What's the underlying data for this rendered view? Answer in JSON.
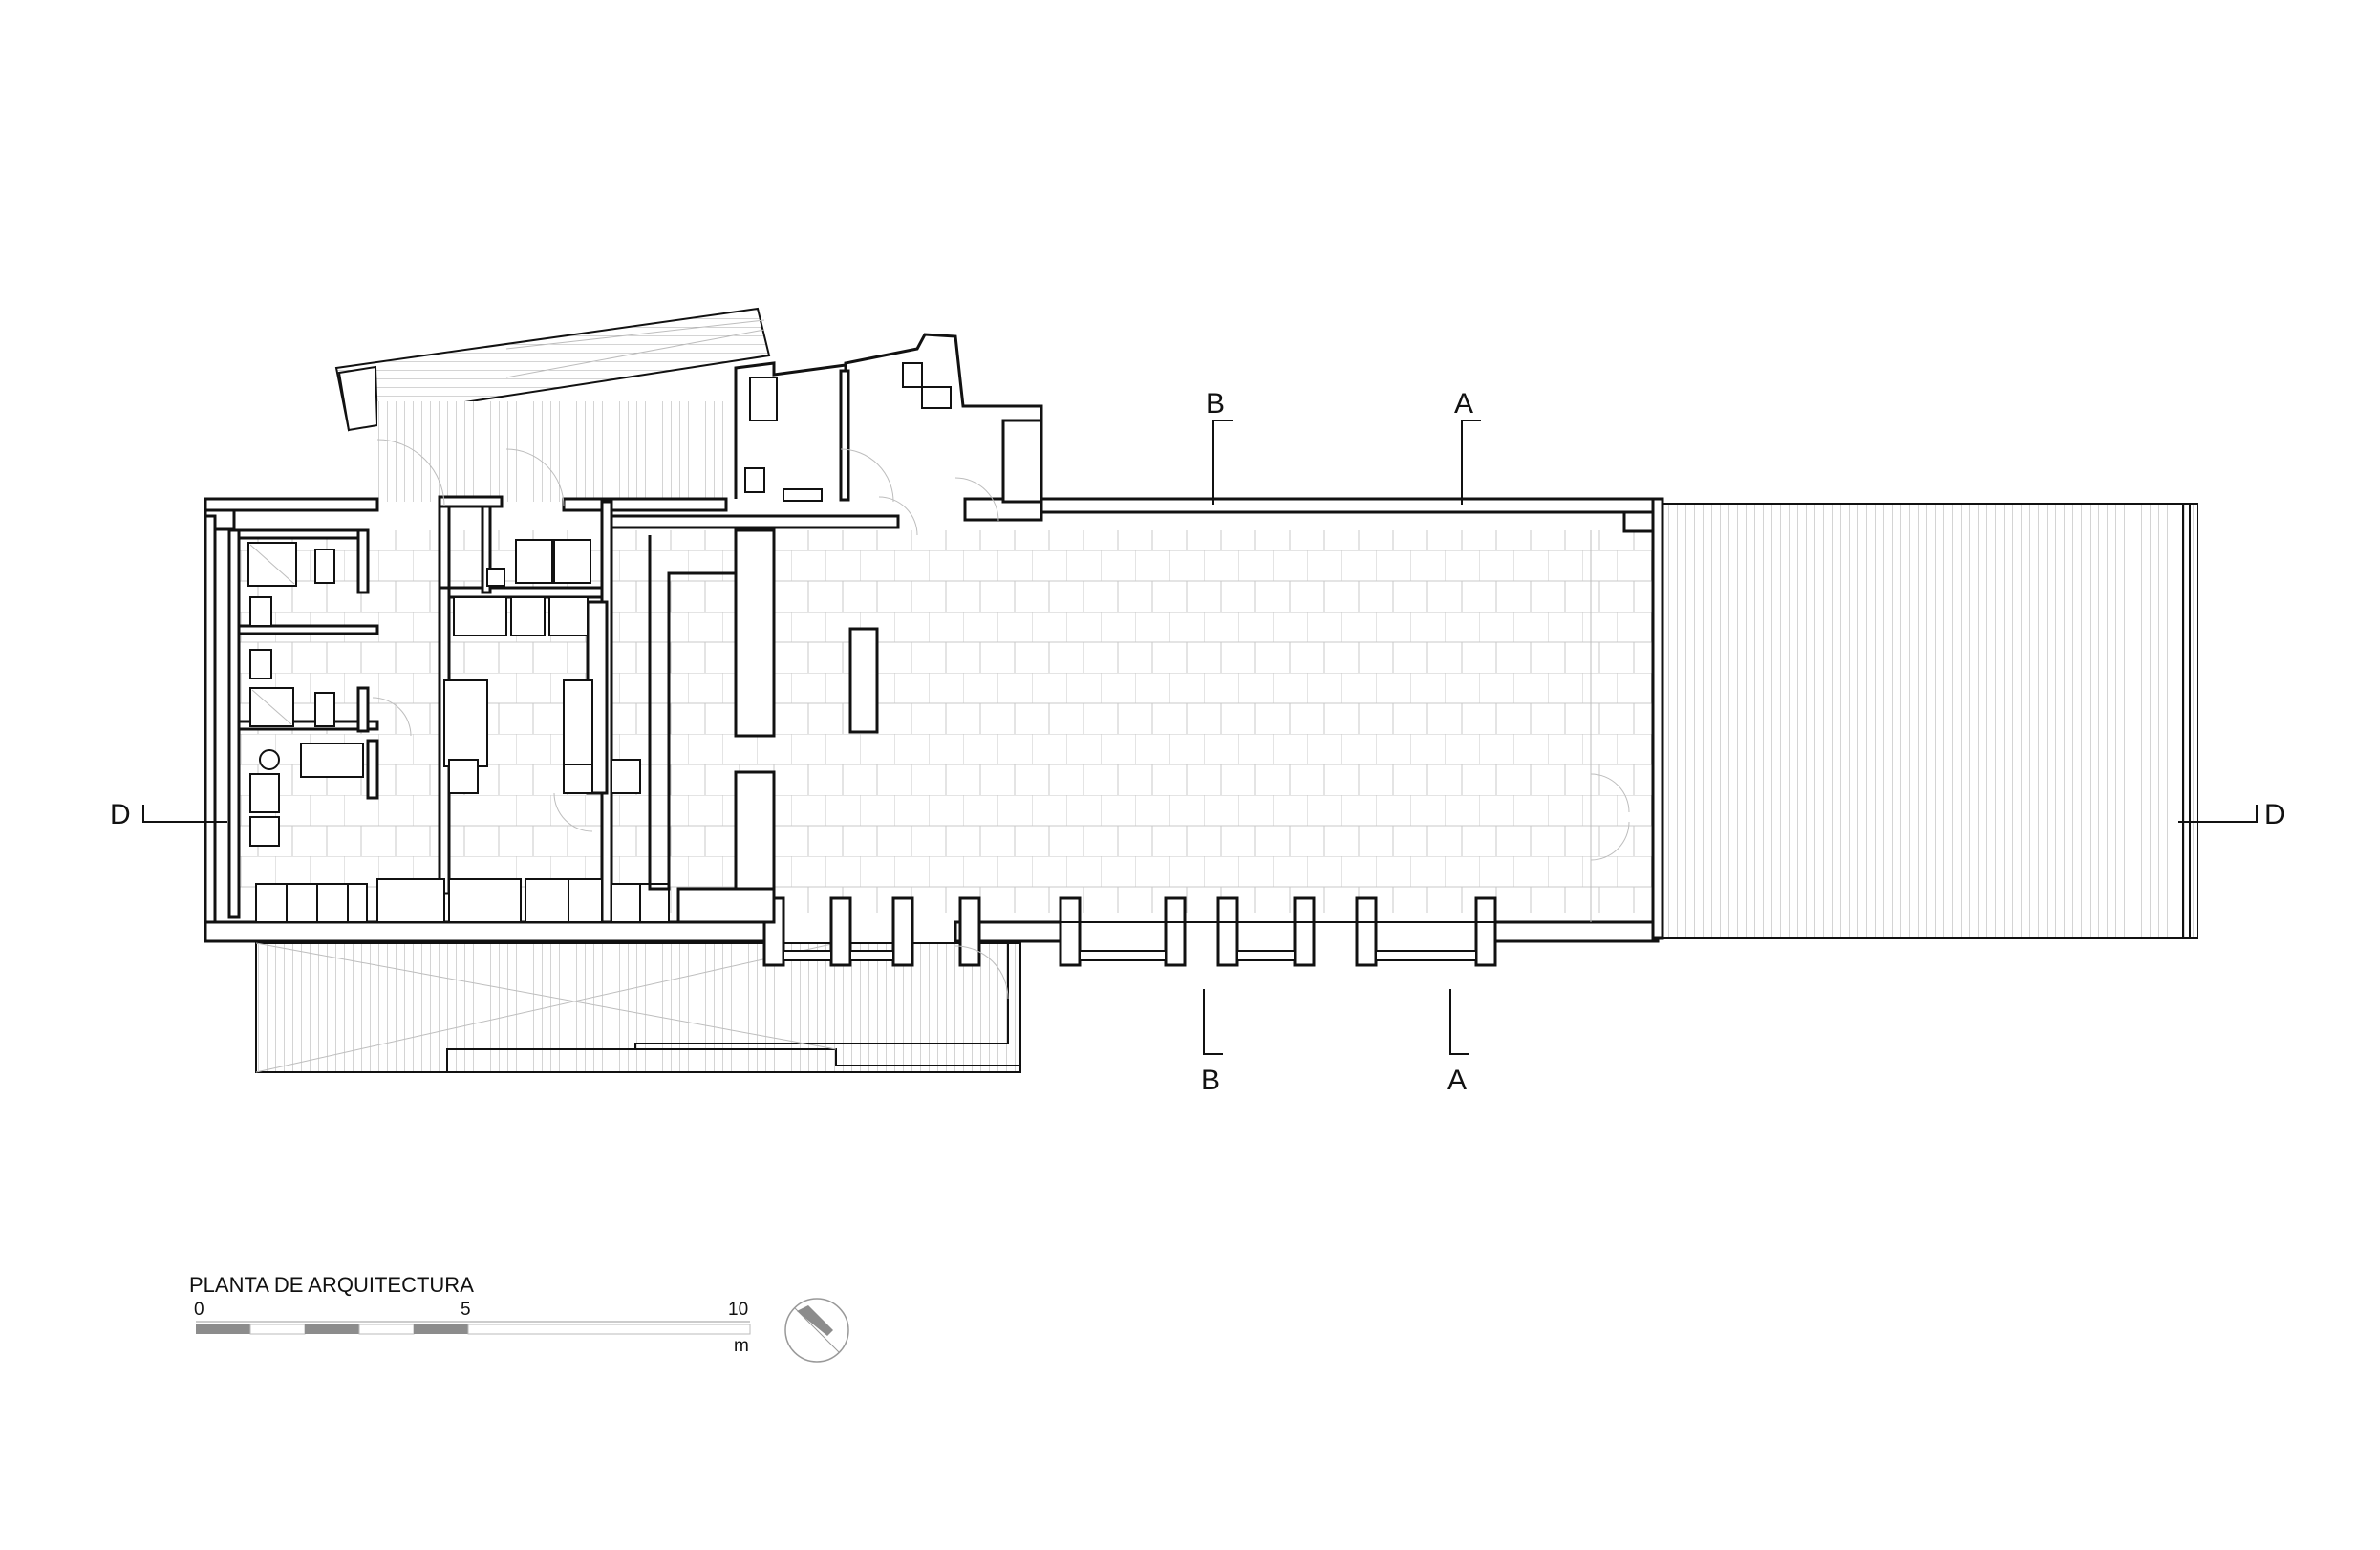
{
  "drawing": {
    "title": "PLANTA DE ARQUITECTURA"
  },
  "sections": {
    "a_top": "A",
    "a_bottom": "A",
    "b_top": "B",
    "b_bottom": "B",
    "d_left": "D",
    "d_right": "D"
  },
  "scale_bar": {
    "tick_0": "0",
    "tick_5": "5",
    "tick_10": "10",
    "unit": "m"
  },
  "icons": {
    "north": "north-arrow-icon"
  },
  "colors": {
    "line": "#111111",
    "hatch": "#bdbdbd",
    "scale_fill": "#8c8c8c"
  }
}
